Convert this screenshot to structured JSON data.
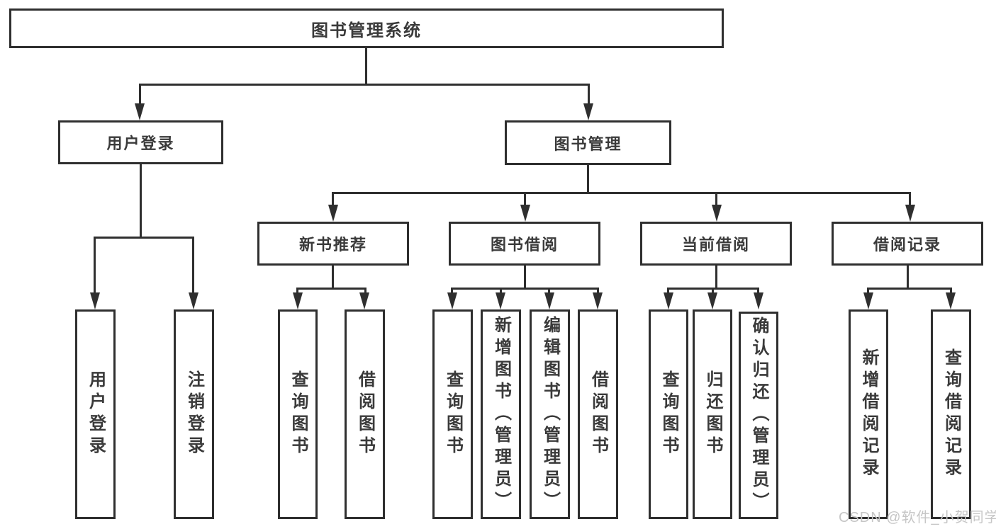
{
  "diagram_type": "hierarchy-tree",
  "colors": {
    "line": "#2f2f2f",
    "box_border": "#2f2f2f",
    "text": "#3a3a3a",
    "background": "#ffffff",
    "watermark": "#c6c6c6"
  },
  "watermark": "CSDN @软件_小贺同学",
  "tree": {
    "root": {
      "label": "图书管理系统",
      "children": [
        {
          "label": "用户登录",
          "children": [
            {
              "label": "用户登录"
            },
            {
              "label": "注销登录"
            }
          ]
        },
        {
          "label": "图书管理",
          "children": [
            {
              "label": "新书推荐",
              "children": [
                {
                  "label": "查询图书"
                },
                {
                  "label": "借阅图书"
                }
              ]
            },
            {
              "label": "图书借阅",
              "children": [
                {
                  "label": "查询图书"
                },
                {
                  "label": "新增图书（管理员）"
                },
                {
                  "label": "编辑图书（管理员）"
                },
                {
                  "label": "借阅图书"
                }
              ]
            },
            {
              "label": "当前借阅",
              "children": [
                {
                  "label": "查询图书"
                },
                {
                  "label": "归还图书"
                },
                {
                  "label": "确认归还（管理员）"
                }
              ]
            },
            {
              "label": "借阅记录",
              "children": [
                {
                  "label": "新增借阅记录"
                },
                {
                  "label": "查询借阅记录"
                }
              ]
            }
          ]
        }
      ]
    }
  }
}
